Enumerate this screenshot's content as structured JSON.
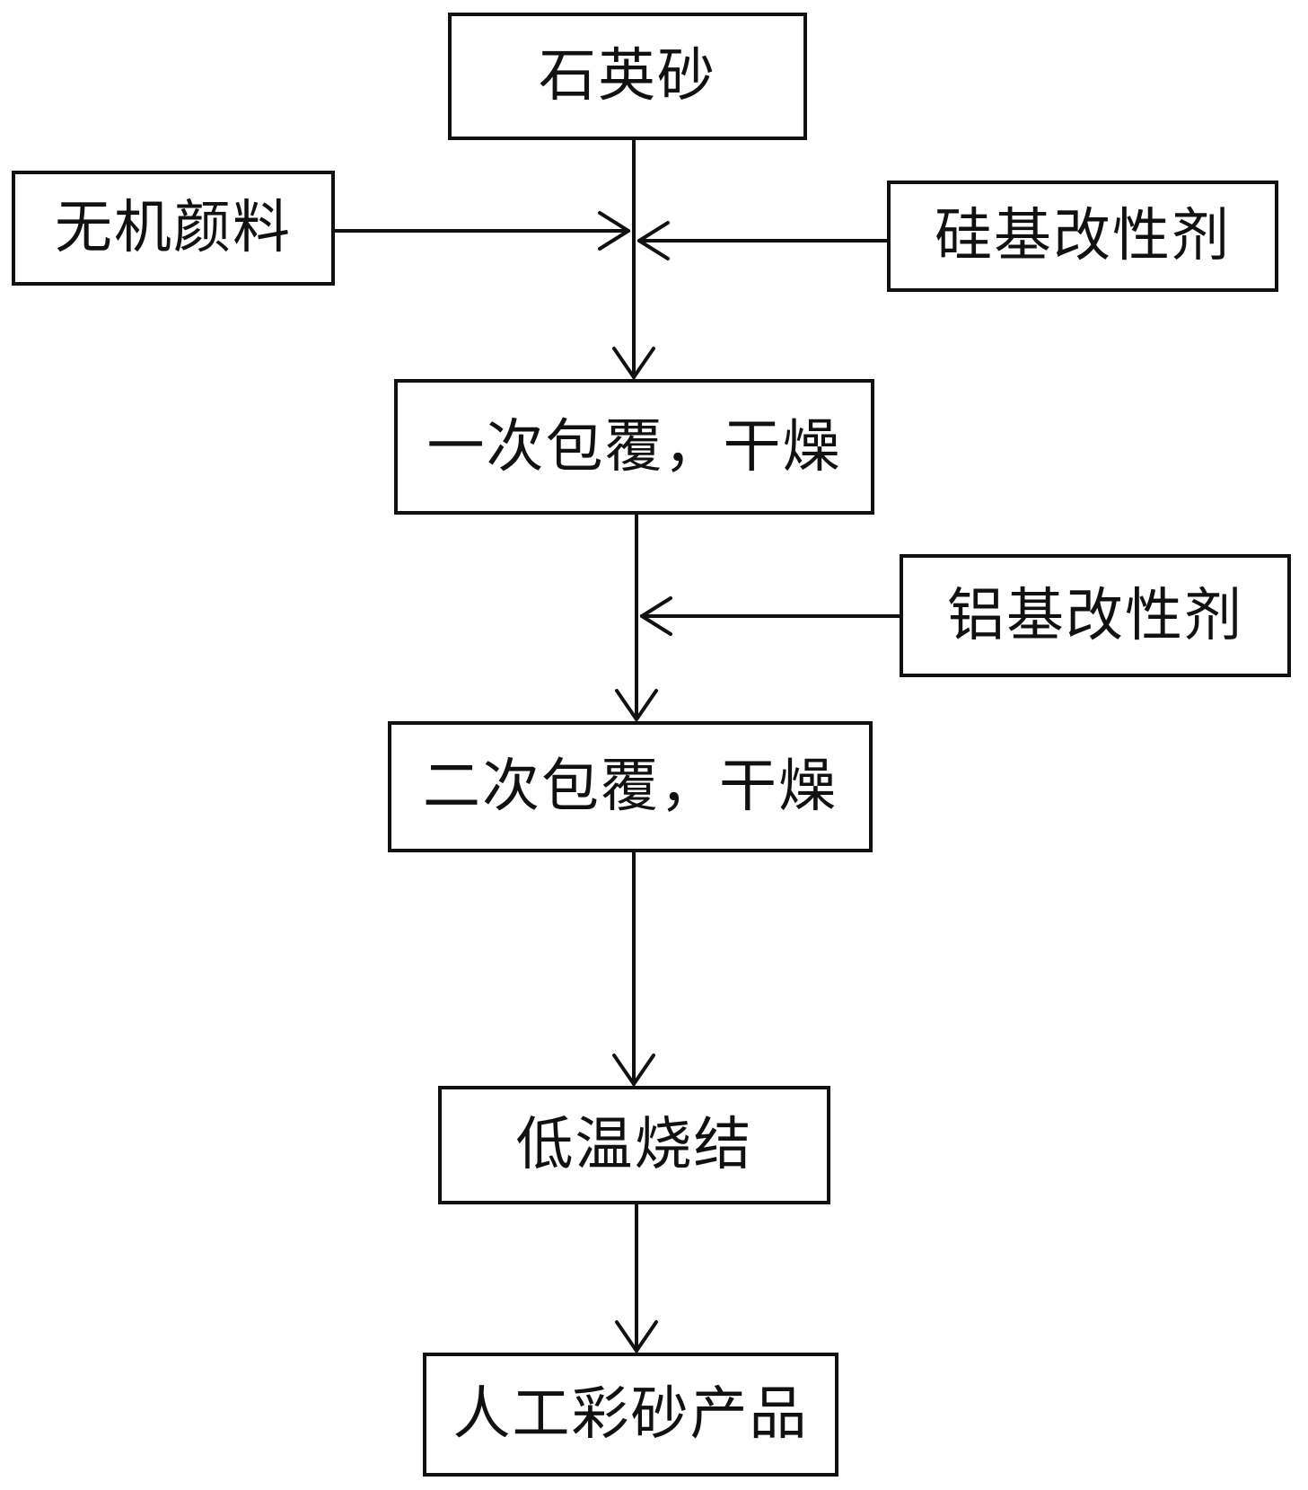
{
  "nodes": {
    "quartz_sand": "石英砂",
    "inorganic_pigment": "无机颜料",
    "silicon_modifier": "硅基改性剂",
    "first_coating": "一次包覆，干燥",
    "aluminum_modifier": "铝基改性剂",
    "second_coating": "二次包覆，干燥",
    "low_temp_sintering": "低温烧结",
    "product": "人工彩砂产品"
  },
  "edges": [
    {
      "from": "quartz_sand",
      "to": "first_coating"
    },
    {
      "from": "inorganic_pigment",
      "to": "first_coating"
    },
    {
      "from": "silicon_modifier",
      "to": "first_coating"
    },
    {
      "from": "first_coating",
      "to": "second_coating"
    },
    {
      "from": "aluminum_modifier",
      "to": "second_coating"
    },
    {
      "from": "second_coating",
      "to": "low_temp_sintering"
    },
    {
      "from": "low_temp_sintering",
      "to": "product"
    }
  ],
  "colors": {
    "stroke": "#111111",
    "background": "#ffffff"
  }
}
